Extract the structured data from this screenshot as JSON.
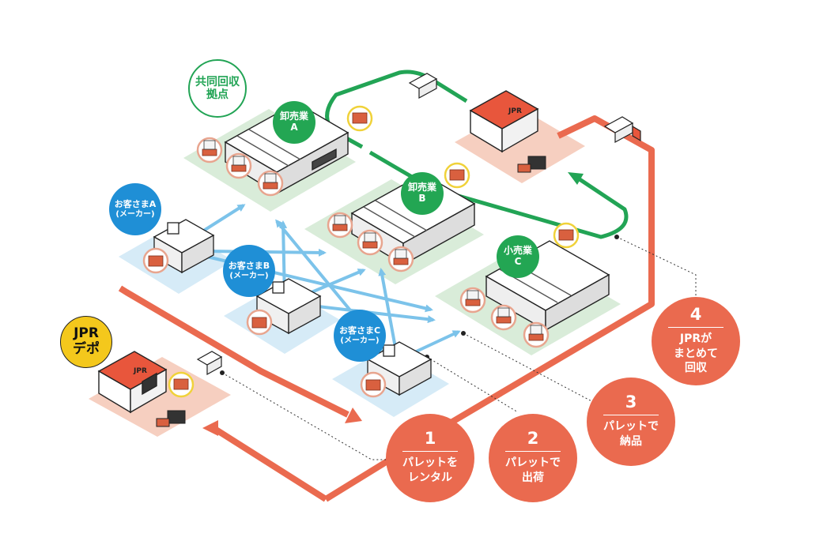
{
  "nodes": {
    "wholesale_a": {
      "line1": "卸売業",
      "line2": "A"
    },
    "wholesale_b": {
      "line1": "卸売業",
      "line2": "B"
    },
    "retail_c": {
      "line1": "小売業",
      "line2": "C"
    },
    "customer_a": {
      "line1": "お客さまA",
      "line2": "(メーカー)"
    },
    "customer_b": {
      "line1": "お客さまB",
      "line2": "(メーカー)"
    },
    "customer_c": {
      "line1": "お客さまC",
      "line2": "(メーカー)"
    },
    "depot": {
      "line1": "JPR",
      "line2": "デポ"
    },
    "collection_point": {
      "text": "共同回収\n拠点"
    }
  },
  "building_sign": "JPR",
  "steps": [
    {
      "num": "1",
      "text": "パレットを\nレンタル"
    },
    {
      "num": "2",
      "text": "パレットで\n出荷"
    },
    {
      "num": "3",
      "text": "パレットで\n納品"
    },
    {
      "num": "4",
      "text": "JPRが\nまとめて\n回収"
    }
  ],
  "colors": {
    "return_flow": "#ea6a4f",
    "collection_flow": "#22a455",
    "delivery_flow": "#7cc3ea",
    "customer_bubble": "#1f8fd6",
    "distributor_bubble": "#23a653",
    "depot_bubble": "#f4c81c",
    "pallet": "#d9603f"
  }
}
